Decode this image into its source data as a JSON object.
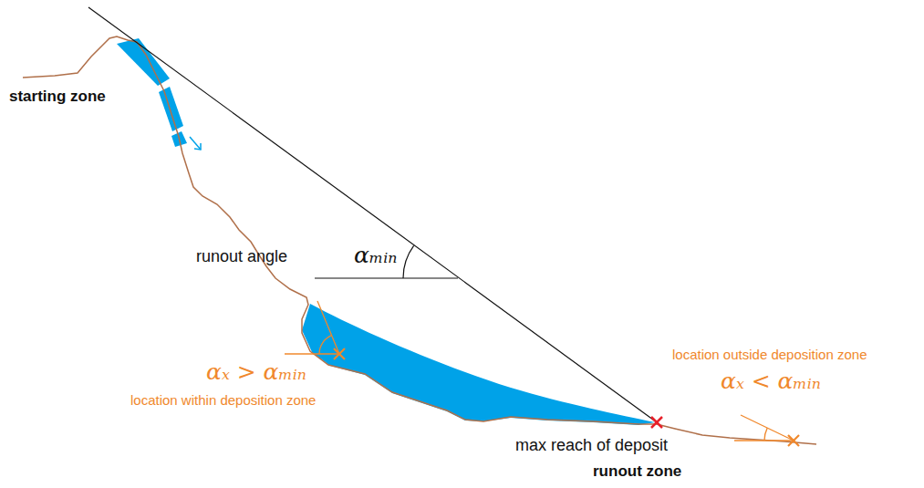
{
  "diagram": {
    "labels": [
      "starting zone",
      "runout angle",
      "αₘᵢₙ",
      "αₓ > αₘᵢₙ",
      "location within deposition zone",
      "location outside deposition zone",
      "αₓ < αₘᵢₙ",
      "max reach of deposit",
      "runout zone"
    ]
  }
}
